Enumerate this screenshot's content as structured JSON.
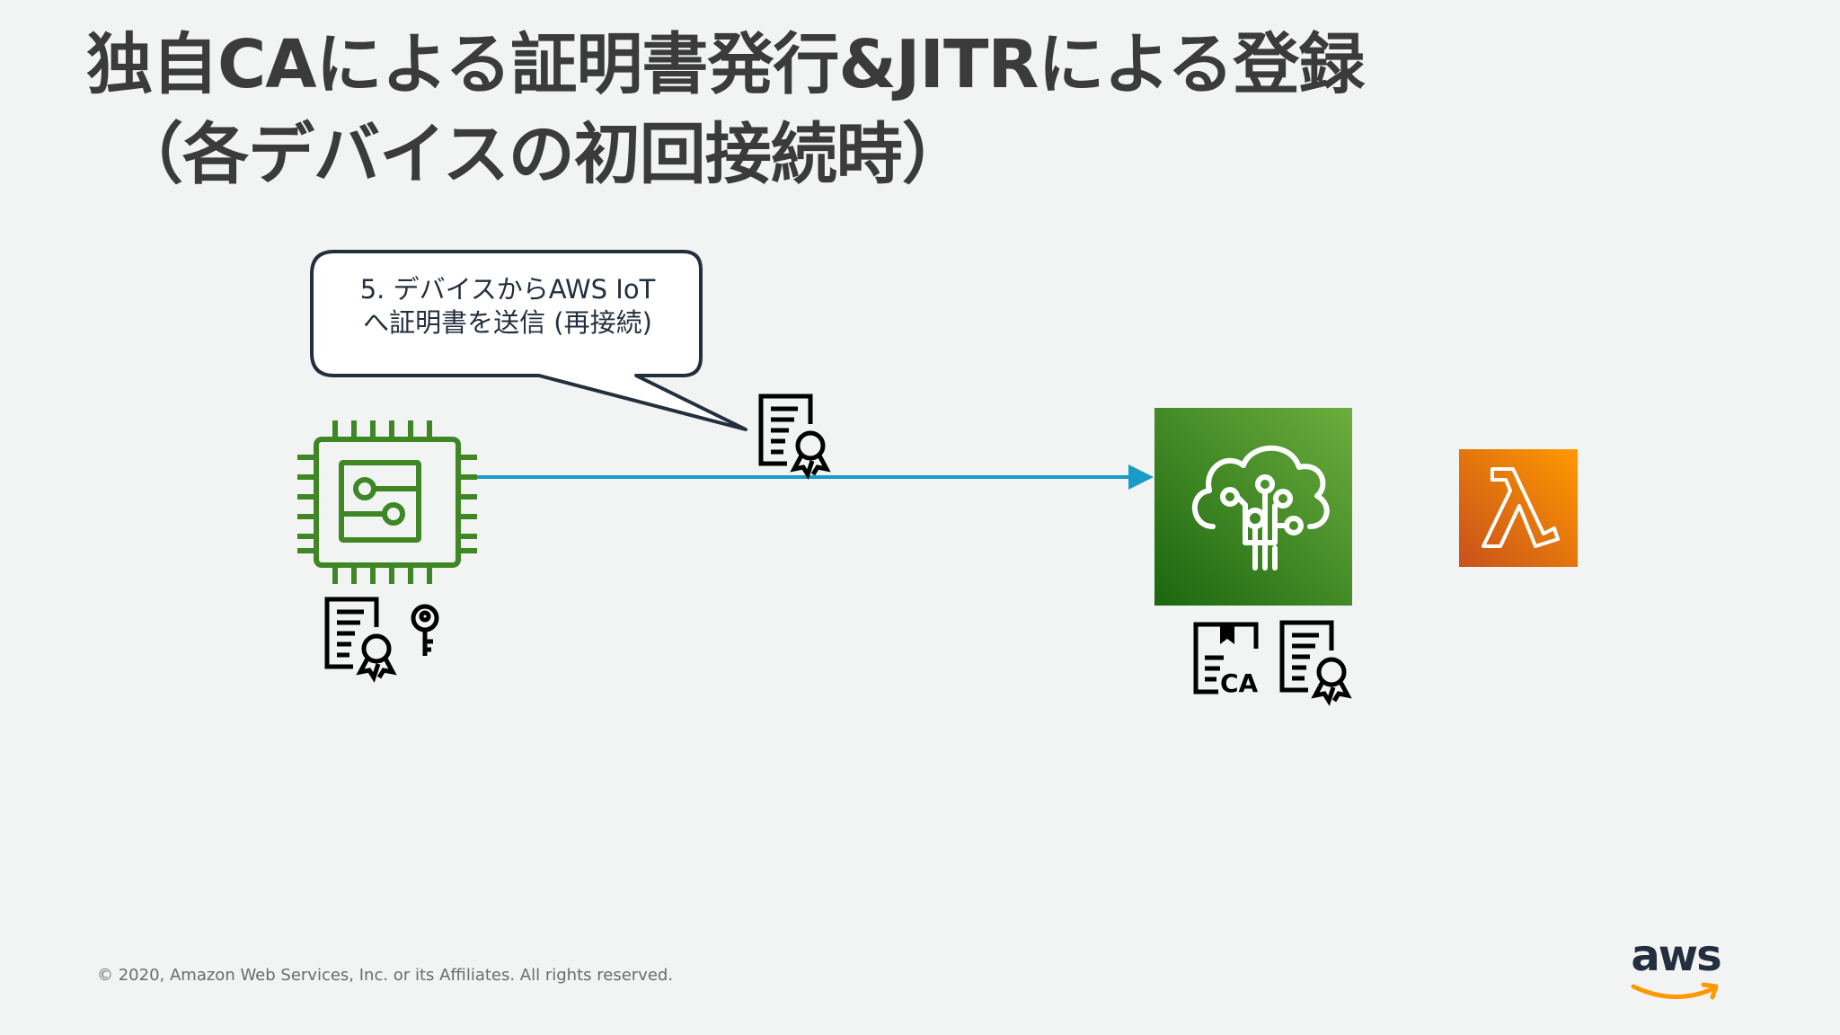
{
  "slide": {
    "title_line1": "独自CAによる証明書発行&JITRによる登録",
    "title_line2": "（各デバイスの初回接続時）"
  },
  "callout": {
    "line1": "5. デバイスからAWS IoT",
    "line2": "へ証明書を送信 (再接続)"
  },
  "footer": {
    "copyright": "© 2020, Amazon Web Services, Inc. or its Affiliates. All rights reserved."
  },
  "logo": {
    "wordmark": "aws"
  },
  "icons": {
    "device": "iot-device-chip-icon",
    "device_certificate": "certificate-icon",
    "device_private_key": "key-icon",
    "certificate_in_transit": "certificate-icon",
    "aws_iot_core": "aws-iot-core-icon",
    "ca_certificate": "ca-certificate-icon",
    "registered_certificate": "certificate-icon",
    "aws_lambda": "aws-lambda-icon"
  },
  "colors": {
    "background": "#f2f3f3",
    "title": "#3b3b3b",
    "arrow": "#1a9bc7",
    "device_green": "#3f8624",
    "iot_core_green": "#3f8624",
    "lambda_orange": "#ec7211",
    "callout_border": "#232f3e",
    "aws_orange": "#ff9900"
  }
}
